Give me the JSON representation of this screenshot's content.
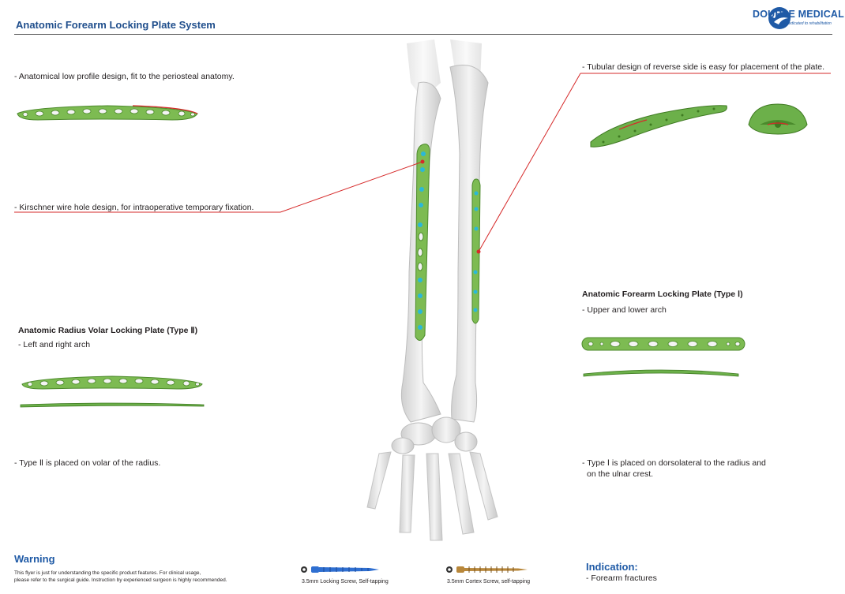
{
  "header": {
    "title": "Anatomic Forearm Locking Plate System",
    "logo_text": "DOUBLE MEDICAL",
    "logo_tagline": "Dedicated to rehabilitation"
  },
  "features": {
    "low_profile": "- Anatomical low profile design, fit to the periosteal anatomy.",
    "kirschner": "- Kirschner wire hole design, for intraoperative temporary fixation.",
    "tubular": "- Tubular design of reverse side is easy for placement of the plate."
  },
  "type2": {
    "name": "Anatomic Radius Volar Locking Plate",
    "type_label": "(Type Ⅱ)",
    "arch": "- Left and right arch",
    "placement": "- Type Ⅱ is placed on volar of the radius."
  },
  "type1": {
    "name": "Anatomic Forearm Locking Plate",
    "type_label": "(Type Ⅰ)",
    "arch": "- Upper and lower arch",
    "placement_line1": "- Type Ⅰ is placed on dorsolateral to the radius and",
    "placement_line2": "on the ulnar crest."
  },
  "warning": {
    "title": "Warning",
    "line1": "This flyer is just for understanding the specific product features. For clinical usage,",
    "line2": "please refer to the surgical guide. Instruction by experienced surgeon is highly recommended."
  },
  "screws": {
    "locking_label": "3.5mm Locking Screw, Self-tapping",
    "cortex_label": "3.5mm Cortex Screw, self-tapping",
    "locking_color": "#2f6fd1",
    "cortex_color": "#b8873a"
  },
  "indication": {
    "title": "Indication:",
    "item": "- Forearm fractures"
  },
  "colors": {
    "accent": "#1f5aa6",
    "plate": "#6cb04a",
    "leader_line": "#d62a2a"
  }
}
